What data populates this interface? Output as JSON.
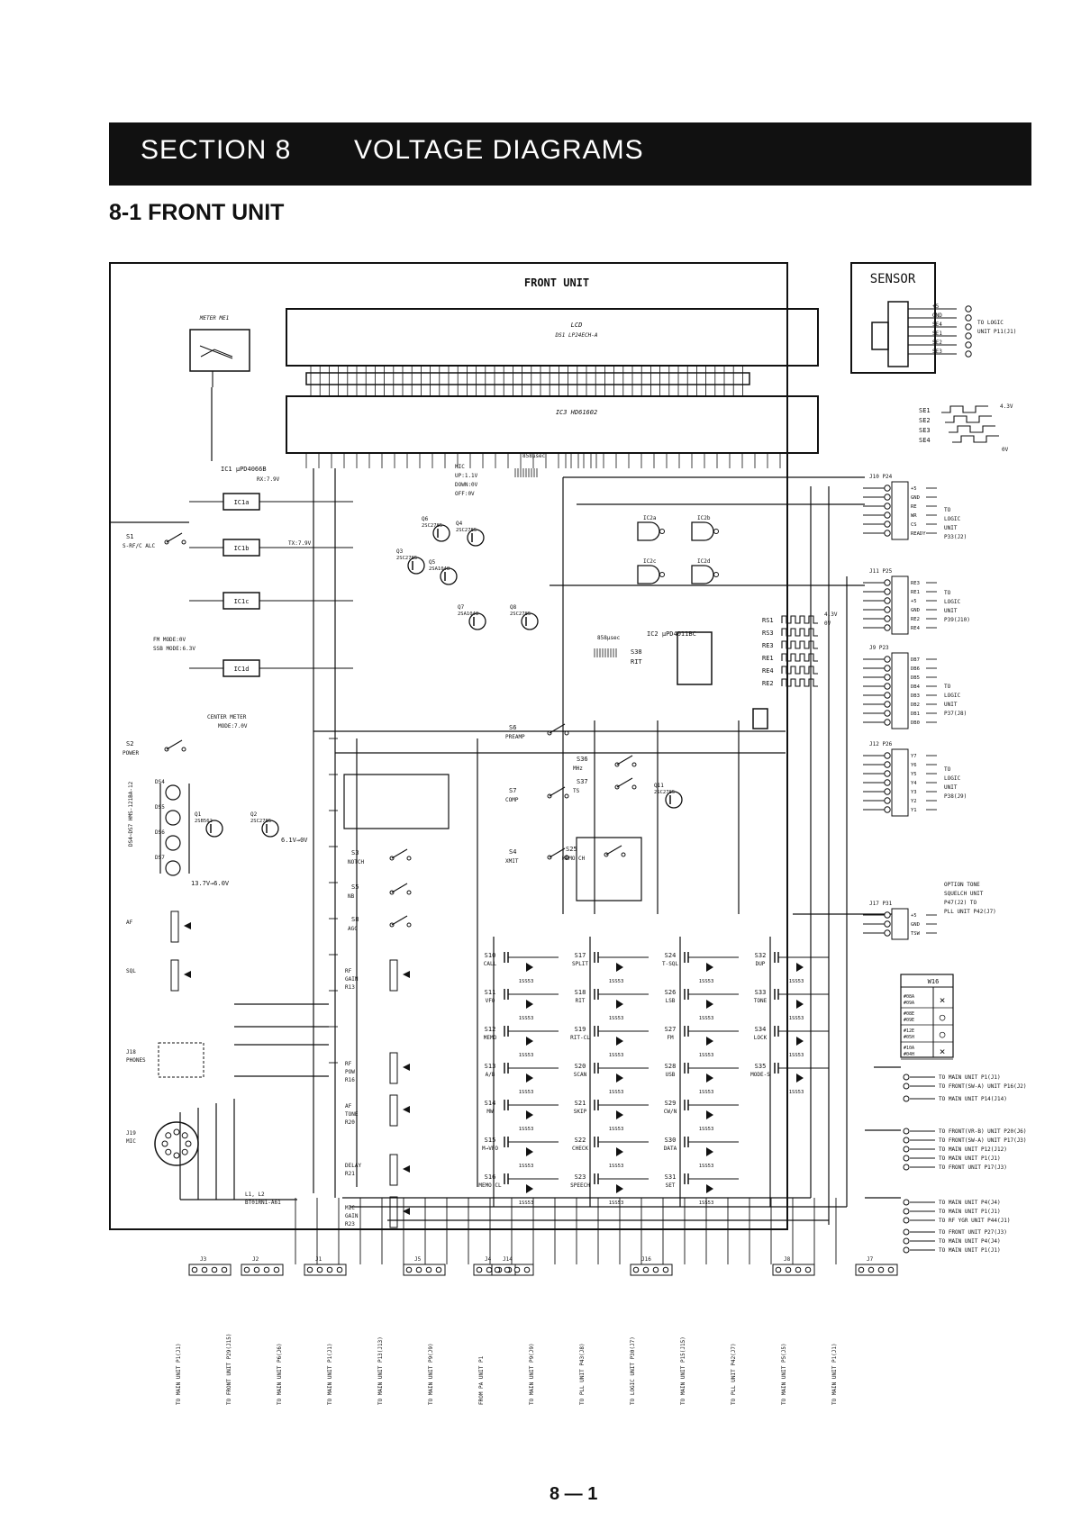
{
  "header": {
    "section_label": "SECTION 8",
    "title": "VOLTAGE DIAGRAMS"
  },
  "subheading": "8-1 FRONT UNIT",
  "page_number": "8 — 1",
  "diagram": {
    "board_title": "FRONT UNIT",
    "sensor_label": "SENSOR",
    "lcd_label": "LCD",
    "lcd_part": "DS1 LP24ECH-A",
    "ic3_label": "IC3 HD61602",
    "meter_label": "METER ME1",
    "ic1_label": "IC1 μPD4066B",
    "ic1_blocks": [
      "IC1a",
      "IC1b",
      "IC1c",
      "IC1d"
    ],
    "ic2_label": "IC2 μPD4011BC",
    "ic2_blocks": [
      "IC2a",
      "IC2b",
      "IC2c",
      "IC2d"
    ],
    "s38_label": "S38 RIT",
    "pulse_label": "858μsec",
    "sensor_outputs": [
      "+5",
      "GND",
      "SE4",
      "SE1",
      "SE2",
      "SE3"
    ],
    "sensor_dest": "TO LOGIC UNIT P11(J1)",
    "se_waveforms": [
      "SE1",
      "SE2",
      "SE3",
      "SE4"
    ],
    "wave_levels": [
      "4.3V",
      "0V"
    ],
    "rs_waveforms": [
      "RS1",
      "RS3",
      "RE3",
      "RE1",
      "RE4",
      "RE2"
    ],
    "connectors": [
      {
        "name": "J10 P24",
        "pins": [
          "+5",
          "GND",
          "RE",
          "WR",
          "CS",
          "READY"
        ],
        "dest": "TO LOGIC UNIT P33(J2)"
      },
      {
        "name": "J11 P25",
        "pins": [
          "RE3",
          "RE1",
          "+5",
          "GND",
          "RE2",
          "RE4"
        ],
        "dest": "TO LOGIC UNIT P39(J10)"
      },
      {
        "name": "J9 P23",
        "pins": [
          "DB7",
          "DB6",
          "DB5",
          "DB4",
          "DB3",
          "DB2",
          "DB1",
          "DB0"
        ],
        "dest": "TO LOGIC UNIT P37(J8)"
      },
      {
        "name": "J12 P26",
        "pins": [
          "Y7",
          "Y6",
          "Y5",
          "Y4",
          "Y3",
          "Y2",
          "Y1"
        ],
        "dest": "TO LOGIC UNIT P38(J9)"
      },
      {
        "name": "J17 P31",
        "pins": [
          "+5",
          "GND",
          "TSW"
        ],
        "dest": "OPTION TONE SQUELCH UNIT P47(J2) TO PLL UNIT P42(J7)"
      }
    ],
    "switches": [
      "S1 S-RF/C ALC",
      "S2 POWER",
      "S3 NOTCH",
      "S4 XMIT",
      "S5 NB",
      "S6 PREAMP",
      "S7 COMP",
      "S8 AGC",
      "S36 MHz",
      "S37 TS",
      "S25 MEMO CH"
    ],
    "keys": [
      [
        "S10 CALL",
        "S11 VFO",
        "S12 MEMO",
        "S13 A/B",
        "S14 MW",
        "S15 M→VFO",
        "S16 MEMO CL"
      ],
      [
        "S17 SPLIT",
        "S18 RIT",
        "S19 RIT-CL",
        "S20 SCAN",
        "S21 SKIP",
        "S22 CHECK",
        "S23 SPEECH"
      ],
      [
        "S24 T-SQL",
        "S26 LSB",
        "S27 FM",
        "S28 USB",
        "S29 CW/N",
        "S30 DATA",
        "S31 SET"
      ],
      [
        "S32 DUP",
        "S33 TONE",
        "S34 LOCK",
        "S35 MODE-S"
      ]
    ],
    "diode_type": "1SS53",
    "transistors": [
      "Q1 2SB562",
      "Q2 2SC2785",
      "Q3 2SC2785",
      "Q4 2SC2785",
      "Q5 2SA1048",
      "Q6 2SC2785",
      "Q7 2SA1048",
      "Q8 2SC2785",
      "Q11 2SC2785"
    ],
    "controls": [
      "RF GAIN R13",
      "RF POW R16",
      "AF TONE R20",
      "DELAY R21",
      "MIC GAIN R23",
      "AF",
      "SQL"
    ],
    "left_labels": [
      "DS4~DS7 HMS-121BA-12",
      "J18 PHONES",
      "J19 MIC",
      "L1, L2 BT01RN1-A61"
    ],
    "voltages": [
      "RX:7.9V",
      "TX:7.9V",
      "MIC UP:1.1V DOWN:0V OFF:0V",
      "FM MODE:0V SSB MODE:6.3V",
      "CENTER METER MODE:7.0V",
      "13.7V→6.0V",
      "6.1V→0V"
    ],
    "w16_table": {
      "title": "W16",
      "rows": [
        {
          "mode": "#08A, #09A",
          "mark": "×"
        },
        {
          "mode": "#08E, #09E",
          "mark": "○"
        },
        {
          "mode": "#12E, #05H",
          "mark": "○"
        },
        {
          "mode": "#10A, #04H",
          "mark": "×"
        }
      ]
    },
    "right_bottom_dest": [
      "TO MAIN UNIT P1(J1)",
      "TO FRONT(SW-A) UNIT P16(J2)",
      "TO MAIN UNIT P14(J14)",
      "TO FRONT(VR-B) UNIT P20(J6)",
      "TO FRONT(SW-A) UNIT P17(J3)",
      "TO MAIN UNIT P12(J12)",
      "TO MAIN UNIT P1(J1)",
      "TO FRONT UNIT P17(J3)",
      "TO MAIN UNIT P4(J4)",
      "TO MAIN UNIT P1(J1)",
      "TO RF YGR UNIT P44(J1)",
      "TO FRONT UNIT P27(J3)",
      "TO MAIN UNIT P4(J4)",
      "TO MAIN UNIT P1(J1)"
    ],
    "bottom_connectors": [
      "J3",
      "J2",
      "J1",
      "J5",
      "J4",
      "J14",
      "J16",
      "J8",
      "J7"
    ],
    "bottom_dest": [
      "TO MAIN UNIT P1(J1)",
      "TO FRONT UNIT P29(J15)",
      "TO MAIN UNIT P6(J6)",
      "TO MAIN UNIT P1(J1)",
      "TO MAIN UNIT P13(J13)",
      "TO MAIN UNIT P9(J9)",
      "FROM PA UNIT P1",
      "TO MAIN UNIT P9(J9)",
      "TO PLL UNIT P43(J8)",
      "TO LOGIC UNIT P30(J7)",
      "TO MAIN UNIT P15(J15)",
      "TO PLL UNIT P42(J7)",
      "TO MAIN UNIT P5(J5)",
      "TO MAIN UNIT P1(J1)"
    ]
  }
}
